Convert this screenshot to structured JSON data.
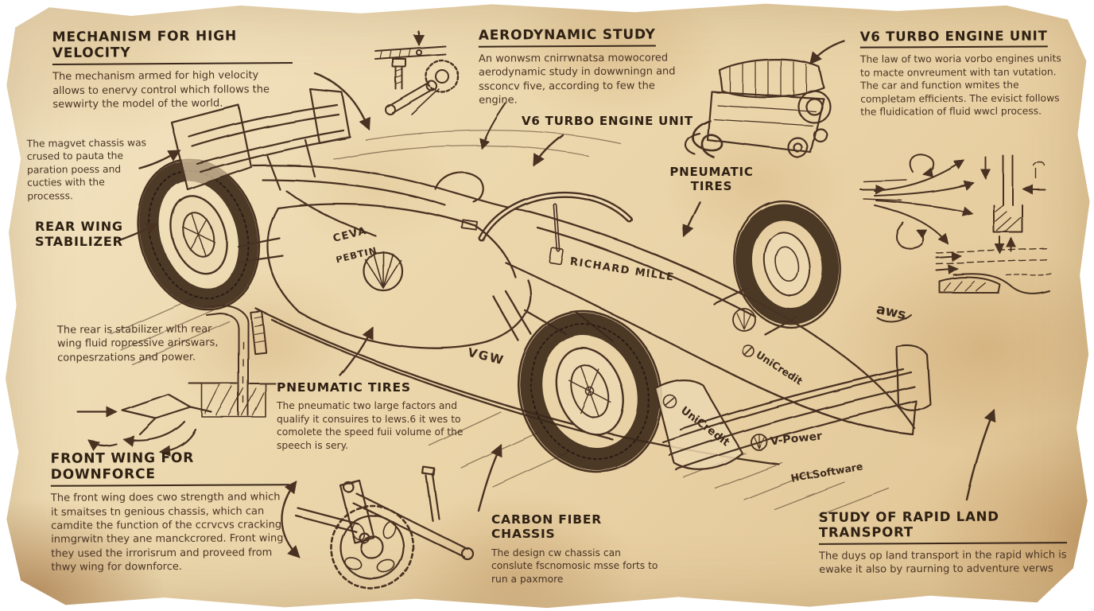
{
  "colors": {
    "ink": "#4a3322",
    "heading": "#2e2013",
    "paper": "#ecd8ae"
  },
  "annotations": {
    "mechanism": {
      "heading": "MECHANISM FOR HIGH VELOCITY",
      "body": "The mechanism armed for high velocity allows to enervy control which follows the sewwirty the model of the world."
    },
    "magnet_note": {
      "body": "The magvet chassis was crused to pauta the paration poess and cucties with the processs."
    },
    "rear_wing_label": {
      "text": "REAR WING\nSTABILIZER"
    },
    "rear_note": {
      "body": "The rear is stabilizer with rear wing fluid ropressive arirswars, conpesrzations and power."
    },
    "front_wing": {
      "heading": "FRONT WING FOR DOWNFORCE",
      "body": "The front wing does cwo strength and which it smaitses tn genious chassis, which can camdite the function of the ccrvcvs cracking inmgrwitn they ane manckcrored. Front wing they used the irrorisrum and proveed from thwy wing for downforce."
    },
    "pneumatic_block": {
      "heading": "PNEUMATIC TIRES",
      "body": "The pneumatic two large factors and qualify it consuires to lews.6 it wes to comolete the speed fuii volume of the speech is sery."
    },
    "aero_study": {
      "heading": "AERODYNAMIC STUDY",
      "body": "An wonwsm cnirrwnatsa mowocored aerodynamic study in dowwningn and ssconcv five, according to few the engine."
    },
    "v6_center_label": {
      "text": "V6 TURBO ENGINE UNIT"
    },
    "pneumatic_label": {
      "text": "PNEUMATIC\nTIRES"
    },
    "v6_block": {
      "heading": "V6 TURBO ENGINE UNIT",
      "body": "The law of two woria vorbo engines units to macte onvreument with tan vutation. The car and function wmites the completam efficients. The evisict follows the fluidication of fluid wwcl process."
    },
    "carbon": {
      "heading": "CARBON FIBER CHASSIS",
      "body": "The design cw chassis can conslute fscnomosic msse forts to run a paxmore"
    },
    "transport": {
      "heading": "STUDY OF RAPID LAND TRANSPORT",
      "body": "The duys op land transport in the rapid which is ewake it also by raurning to adventure verws"
    }
  },
  "car": {
    "sponsors": {
      "ceva": "CEVA",
      "pebtin": "PEBTIN",
      "richard_mille": "RICHARD MILLE",
      "aws": "aws",
      "unicredit_nose": "UniCredit",
      "vgw": "VGW",
      "unicredit_wing": "UniCredit",
      "vpower": "V-Power",
      "hcl": "HCLSoftware"
    }
  }
}
